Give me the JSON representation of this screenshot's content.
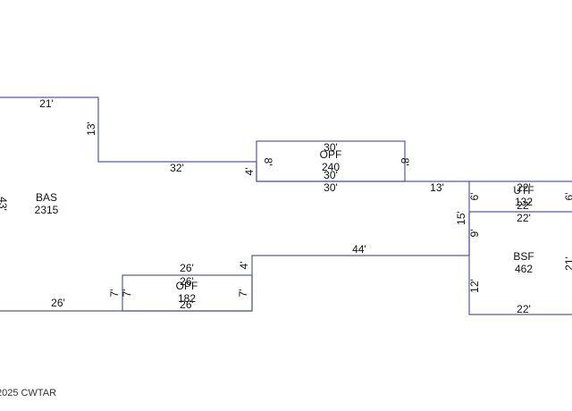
{
  "areas": {
    "bas": {
      "code": "BAS",
      "sqft": "2315"
    },
    "opf_top": {
      "code": "OPF",
      "sqft": "240"
    },
    "opf_bottom": {
      "code": "OPF",
      "sqft": "182"
    },
    "utf": {
      "code": "UTF",
      "sqft": "132"
    },
    "bsf": {
      "code": "BSF",
      "sqft": "462"
    }
  },
  "dimensions": {
    "bas_top": "21'",
    "bas_step_down": "13'",
    "bas_run": "32'",
    "bas_step_down2": "4'",
    "bas_right_lower": "13'",
    "bas_right_vert": "15'",
    "bas_bottom_long": "44'",
    "bas_step_up": "4'",
    "bas_bottom_left": "26'",
    "bas_left": "43'",
    "opf_top_top": "30'",
    "opf_top_bottom": "30'",
    "opf_top_left": "8'",
    "opf_top_right": "8'",
    "opf_top_below": "30'",
    "opf_bottom_top": "26'",
    "opf_bottom_top2": "26'",
    "opf_bottom_bottom": "26'",
    "opf_bottom_left": "7'",
    "opf_bottom_left2": "7'",
    "opf_bottom_right": "7'",
    "utf_top": "22'",
    "utf_inner": "22'",
    "utf_bottom": "22'",
    "utf_left": "6'",
    "utf_right": "6'",
    "bsf_left_upper": "9'",
    "bsf_left_lower": "12'",
    "bsf_right": "21'",
    "bsf_bottom": "22'"
  },
  "copyright": "2025 CWTAR"
}
